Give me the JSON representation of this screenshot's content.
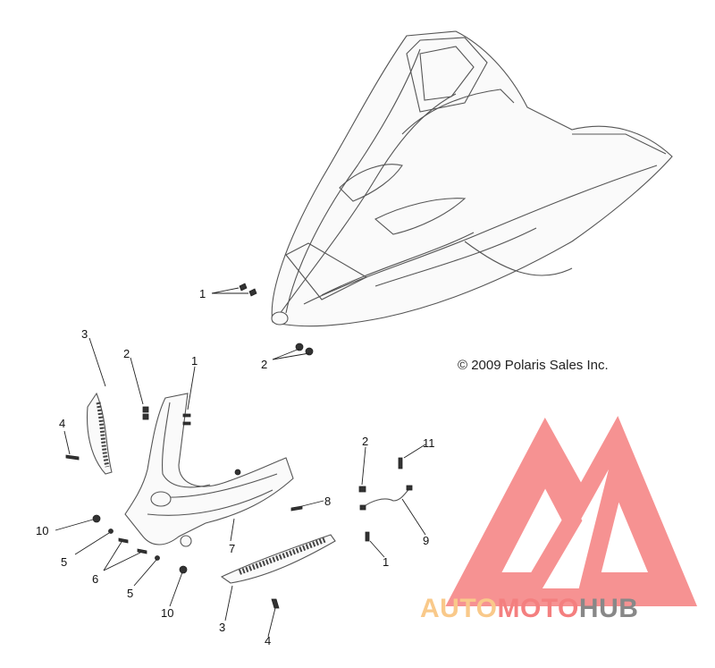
{
  "copyright": "© 2009 Polaris Sales Inc.",
  "watermark": {
    "part1": "AUTO",
    "part2": "MOTO",
    "part3": "HUB",
    "colors": {
      "auto": "#f9c98a",
      "moto": "#f47f7f",
      "hub": "#888888",
      "triangle": "#f47f7f"
    }
  },
  "callouts": {
    "c1_hood": "1",
    "c2_hood": "2",
    "c3_left": "3",
    "c2_left": "2",
    "c1_left": "1",
    "c4_left": "4",
    "c10_left": "10",
    "c5_left": "5",
    "c6": "6",
    "c5_mid": "5",
    "c10_mid": "10",
    "c7": "7",
    "c8": "8",
    "c2_right": "2",
    "c11": "11",
    "c9": "9",
    "c1_right": "1",
    "c3_bottom": "3",
    "c4_bottom": "4"
  }
}
